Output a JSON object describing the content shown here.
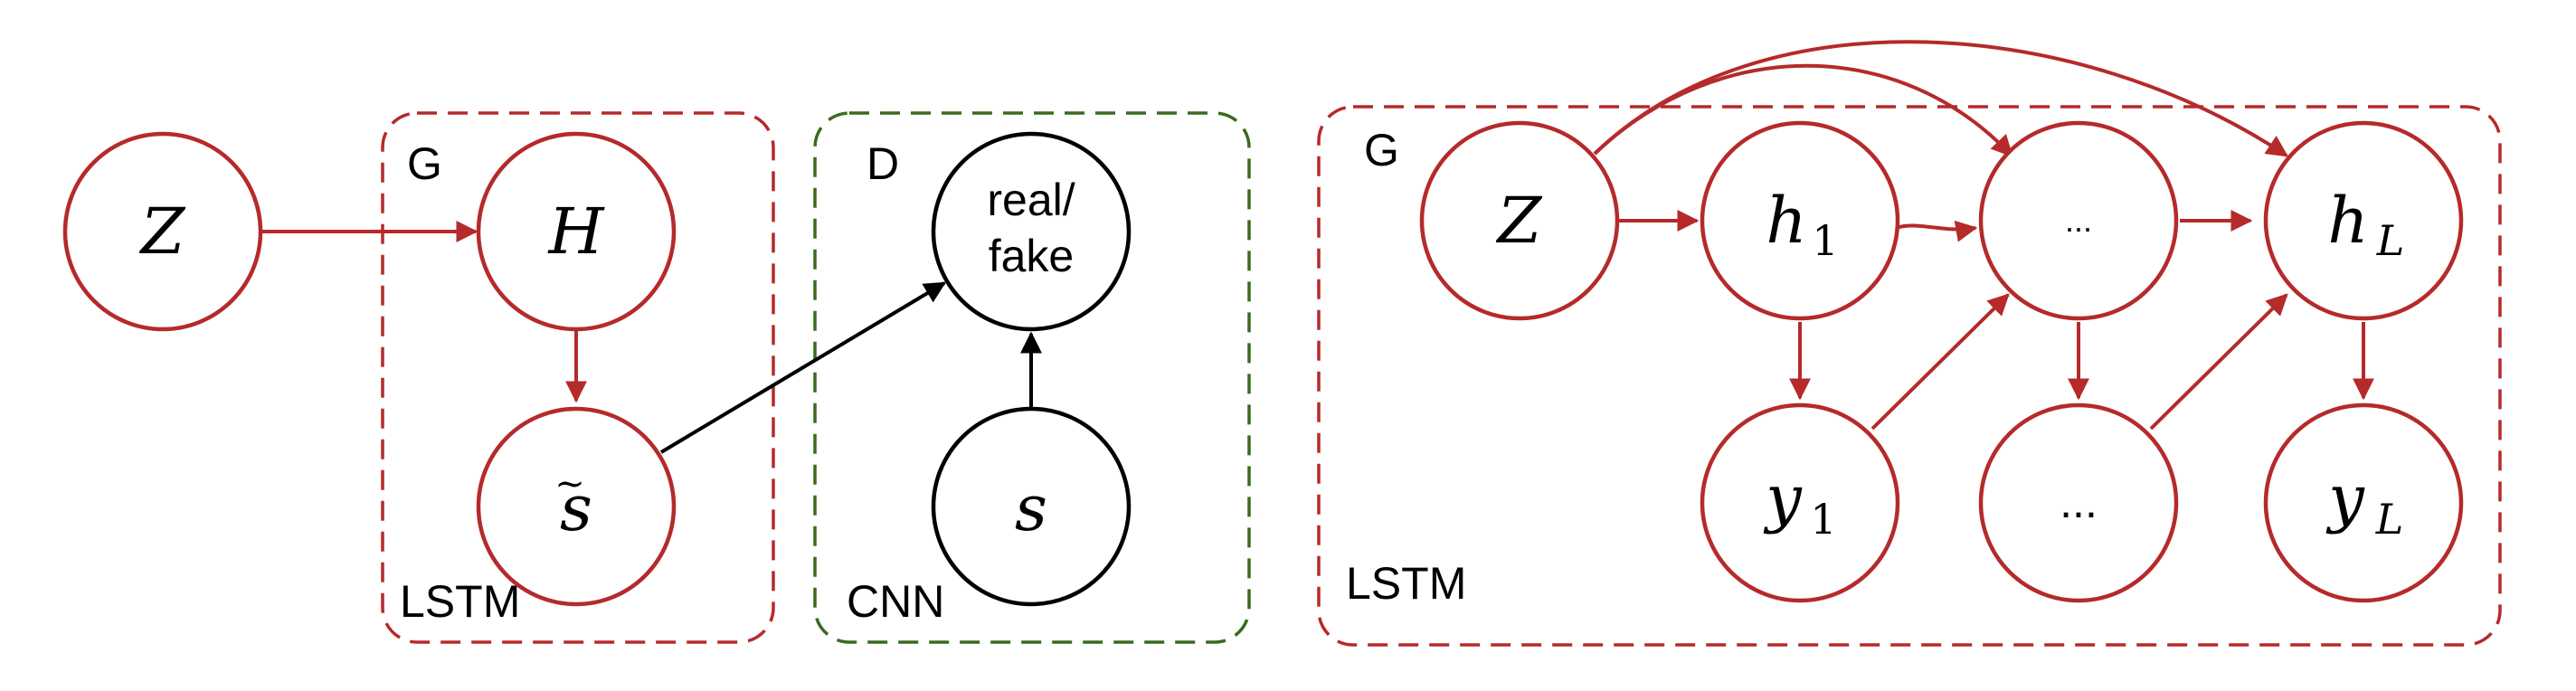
{
  "colors": {
    "generator": "#b52a2a",
    "discriminator": "#3a6b1e",
    "neutral": "#000000"
  },
  "left": {
    "box_g": {
      "label": "G",
      "sublabel": "LSTM"
    },
    "box_d": {
      "label": "D",
      "sublabel": "CNN"
    },
    "nodes": {
      "z": "Z",
      "h": "H",
      "s_tilde": "s",
      "real_fake_line1": "real/",
      "real_fake_line2": "fake",
      "s": "s"
    }
  },
  "right": {
    "box_g": {
      "label": "G",
      "sublabel": "LSTM"
    },
    "nodes": {
      "z": "Z",
      "h1": "h",
      "h1_sub": "1",
      "hdots": "...",
      "hL": "h",
      "hL_sub": "L",
      "y1": "y",
      "y1_sub": "1",
      "ydots": "...",
      "yL": "y",
      "yL_sub": "L"
    }
  }
}
